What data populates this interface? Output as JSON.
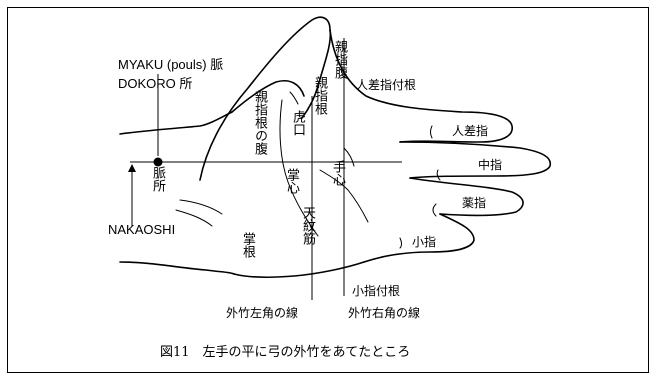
{
  "labels": {
    "myaku": "MYAKU (pouls) 脈",
    "dokoro": "DOKORO 所",
    "nakaoshi": "NAKAOSHI",
    "oyayubi_hara": "親指腹",
    "hitosashi_tsuke": "人差指付根",
    "oyayubi_ne": "親指根",
    "oyayubi_ne_no_hara": "親指根の腹",
    "koguchi": "虎口",
    "shushin": "手心",
    "shoshin": "掌心",
    "tenmonsuji": "天紋筋",
    "shokon": "掌根",
    "myakusho": "脈所",
    "hitosashi": "人差指",
    "nakayubi": "中指",
    "kusuriyubi": "薬指",
    "koyubi": "小指",
    "koyubi_tsukene": "小指付根",
    "gaichiku_migi": "外竹右角の線",
    "gaichiku_hidari": "外竹左角の線"
  },
  "caption": "図11　左手の平に弓の外竹をあてたところ"
}
